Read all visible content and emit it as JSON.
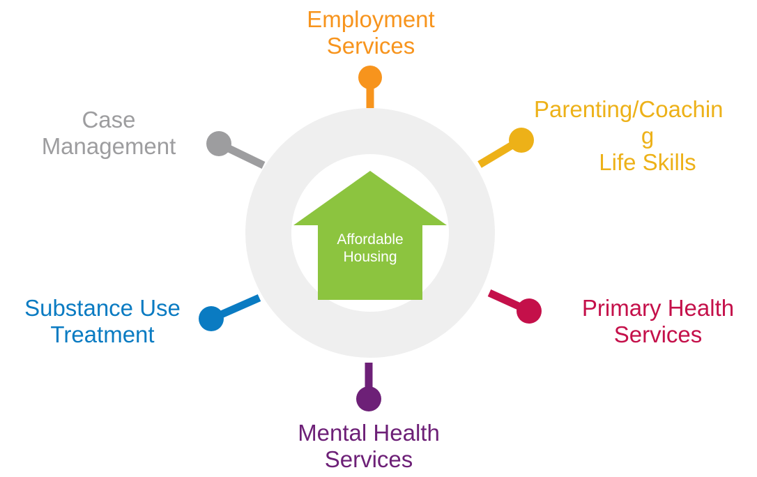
{
  "center": {
    "lines": [
      "Affordable",
      "Housing"
    ],
    "house_color": "#8cc43f",
    "ring_color": "#efefef"
  },
  "services": [
    {
      "id": "employment",
      "lines": [
        "Employment",
        "Services"
      ],
      "color": "#f7941d"
    },
    {
      "id": "parenting",
      "lines": [
        "Parenting/Coachin",
        "g",
        "Life Skills"
      ],
      "color": "#edb118"
    },
    {
      "id": "primary-health",
      "lines": [
        "Primary Health",
        "Services"
      ],
      "color": "#c4104a"
    },
    {
      "id": "mental-health",
      "lines": [
        "Mental Health",
        "Services"
      ],
      "color": "#6d2077"
    },
    {
      "id": "substance-use",
      "lines": [
        "Substance Use",
        "Treatment"
      ],
      "color": "#0a7bc2"
    },
    {
      "id": "case-management",
      "lines": [
        "Case",
        "Management"
      ],
      "color": "#9d9d9f"
    }
  ]
}
